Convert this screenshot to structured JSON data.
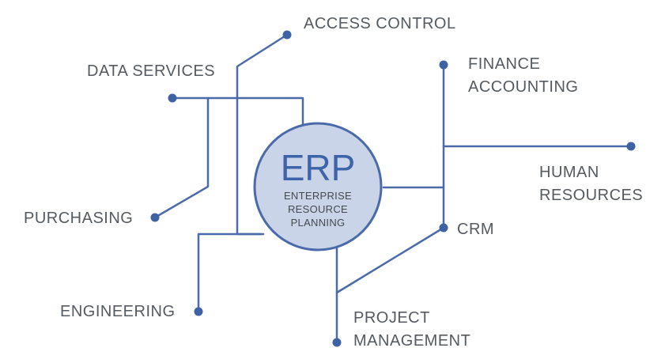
{
  "colors": {
    "accent": "#3d64a8",
    "line": "#4a6aaa",
    "circle_fill": "#c9d4e8",
    "text": "#555a60"
  },
  "center": {
    "title": "ERP",
    "subtitle_lines": [
      "ENTERPRISE",
      "RESOURCE",
      "PLANNING"
    ]
  },
  "nodes": {
    "access_control": "ACCESS CONTROL",
    "data_services": "DATA SERVICES",
    "finance": [
      "FINANCE",
      "ACCOUNTING"
    ],
    "human_resources": [
      "HUMAN",
      "RESOURCES"
    ],
    "purchasing": "PURCHASING",
    "crm": "CRM",
    "engineering": "ENGINEERING",
    "project_management": [
      "PROJECT",
      "MANAGEMENT"
    ]
  }
}
